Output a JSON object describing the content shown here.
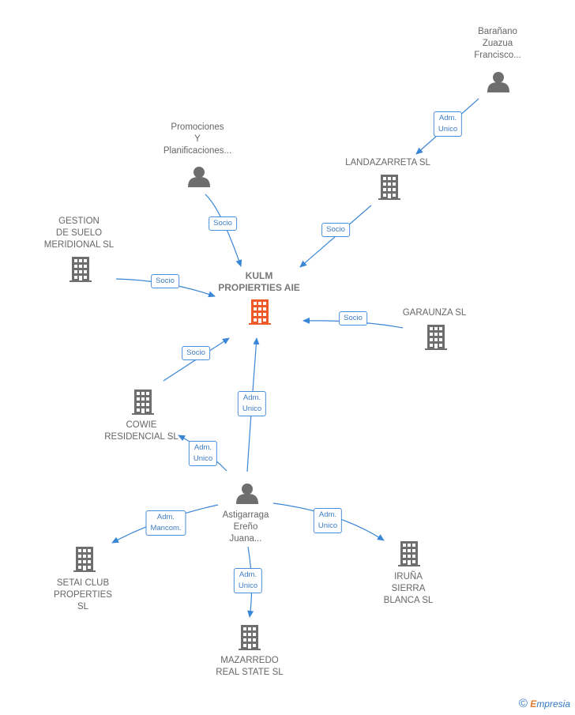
{
  "nodes": {
    "center": {
      "label": "KULM\nPROPIERTIES AIE"
    },
    "baranano": {
      "label": "Barañano\nZuazua\nFrancisco..."
    },
    "promociones": {
      "label": "Promociones\nY\nPlanificaciones..."
    },
    "landazarreta": {
      "label": "LANDAZARRETA SL"
    },
    "gestion": {
      "label": "GESTION\nDE SUELO\nMERIDIONAL SL"
    },
    "garaunza": {
      "label": "GARAUNZA  SL"
    },
    "cowie": {
      "label": "COWIE\nRESIDENCIAL SL"
    },
    "astigarraga": {
      "label": "Astigarraga\nEreño\nJuana..."
    },
    "setai": {
      "label": "SETAI CLUB\nPROPERTIES\nSL"
    },
    "mazarredo": {
      "label": "MAZARREDO\nREAL STATE SL"
    },
    "iruna": {
      "label": "IRUÑA\nSIERRA\nBLANCA SL"
    }
  },
  "edges": {
    "baranano_landazarreta": "Adm.\nUnico",
    "landazarreta_center": "Socio",
    "promociones_center": "Socio",
    "gestion_center": "Socio",
    "garaunza_center": "Socio",
    "cowie_center": "Socio",
    "astigarraga_center": "Adm.\nUnico",
    "astigarraga_cowie": "Adm.\nUnico",
    "astigarraga_setai": "Adm.\nMancom.",
    "astigarraga_mazarredo": "Adm.\nUnico",
    "astigarraga_iruna": "Adm.\nUnico"
  },
  "colors": {
    "edge": "#3a86d6",
    "node_icon": "#6e6e6e",
    "center_icon": "#f05a28"
  },
  "brand": {
    "symbol": "©",
    "first": "E",
    "rest": "mpresia"
  }
}
